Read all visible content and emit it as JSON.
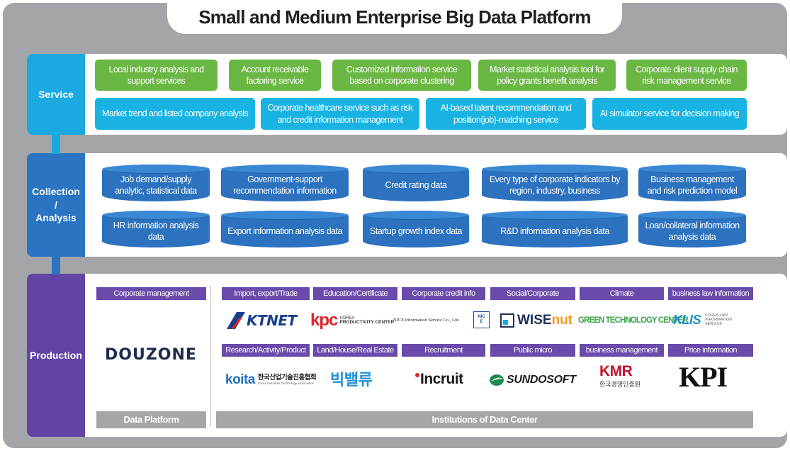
{
  "title": "Small and Medium Enterprise Big Data Platform",
  "layers": {
    "service": "Service",
    "collection_1": "Collection",
    "collection_2": "/",
    "collection_3": "Analysis",
    "production": "Production"
  },
  "service_row1": [
    "Local industry analysis and support services",
    "Account receivable factoring service",
    "Customized information service based on corporate clustering",
    "Market statistical analysis tool for policy grants benefit analysis",
    "Corporate client supply chain risk management service"
  ],
  "service_row2": [
    "Market trend and listed company analysis",
    "Corporate healthcare service such as risk and credit information management",
    "AI-based talent recommendation and position(job)-matching service",
    "AI simulator service for decision making"
  ],
  "data_row1": [
    "Job demand/supply analytic, statistical data",
    "Government-support recommendation information",
    "Credit rating data",
    "Every type of corporate indicators by region, industry, business",
    "Business management and risk prediction model"
  ],
  "data_row2": [
    "HR information analysis data",
    "Export information analysis data",
    "Startup growth index data",
    "R&D information analysis data",
    "Loan/collateral information analysis data"
  ],
  "production": {
    "corp_tag": "Corporate management",
    "tags_row1": [
      "Import, export/Trade",
      "Education/Certificate",
      "Corporate credit info",
      "Social/Corporate",
      "Climate",
      "business law information"
    ],
    "tags_row2": [
      "Research/Activity/Product",
      "Land/House/Real Estate",
      "Recruitment",
      "Public micro",
      "business management",
      "Price information"
    ],
    "bottom_left": "Data Platform",
    "bottom_right": "Institutions of Data Center"
  },
  "logos": {
    "douzone": "DOUZONE",
    "ktnet": "KTNET",
    "kpc": "kpc",
    "kpc_sub1": "KOREA",
    "kpc_sub2": "PRODUCTIVITY CENTER",
    "nice": "NICE Information Service Co., Ltd.",
    "nice_mark": "NICE",
    "wisenut_a": "WISE",
    "wisenut_b": "nut",
    "gtc": "GREEN TECHNOLOGY CENTER",
    "klis": "KLIS",
    "klis_sub": "KOREA LAW INFORMATION SERVICE",
    "koita": "koita",
    "koita_kr": "한국산업기술진흥협회",
    "koita_en": "Korea Industrial Technology Association",
    "bigvalue": "빅밸류",
    "incruit": "Incruit",
    "sundosoft": "SUNDOSOFT",
    "kmr": "KMR",
    "kmr_kr": "한국경영인증원",
    "kpi": "KPI"
  },
  "colors": {
    "service": "#1aa9e0",
    "collection": "#2a74c1",
    "production": "#6244a4",
    "green_box": "#6ab744",
    "cyan_box": "#18b3e2",
    "frame": "#a4a5a8"
  }
}
